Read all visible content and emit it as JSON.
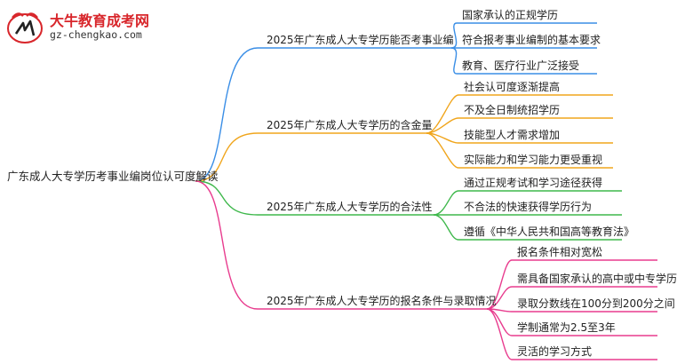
{
  "brand": {
    "name": "大牛教育成考网",
    "url": "gz-chengkao.com",
    "logo_color": "#d8262b"
  },
  "mindmap": {
    "root": "广东成人大专学历考事业编岗位认可度解读",
    "branches": [
      {
        "label": "2025年广东成人大专学历能否考事业编",
        "color": "#3a8ee6",
        "items": [
          "国家承认的正规学历",
          "符合报考事业编制的基本要求",
          "教育、医疗行业广泛接受"
        ]
      },
      {
        "label": "2025年广东成人大专学历的含金量",
        "color": "#f0a51c",
        "items": [
          "社会认可度逐渐提高",
          "不及全日制统招学历",
          "技能型人才需求增加",
          "实际能力和学习能力更受重视"
        ]
      },
      {
        "label": "2025年广东成人大专学历的合法性",
        "color": "#3fb84c",
        "items": [
          "通过正规考试和学习途径获得",
          "不合法的快速获得学历行为",
          "遵循《中华人民共和国高等教育法》"
        ]
      },
      {
        "label": "2025年广东成人大专学历的报名条件与录取情况",
        "color": "#e83c8e",
        "items": [
          "报名条件相对宽松",
          "需具备国家承认的高中或中专学历",
          "录取分数线在100分到200分之间",
          "学制通常为2.5至3年",
          "灵活的学习方式"
        ]
      }
    ]
  }
}
